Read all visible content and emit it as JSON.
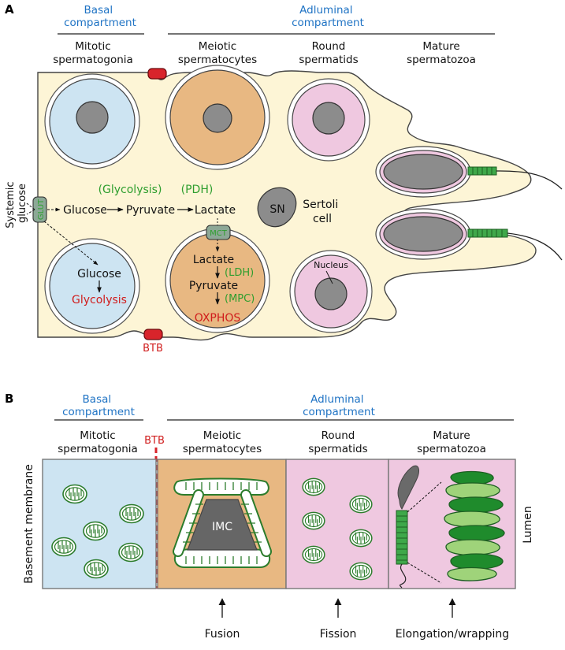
{
  "panelA": {
    "panel_label": "A",
    "basal_header": "Basal\ncompartment",
    "adluminal_header": "Adluminal\ncompartment",
    "col_headers": [
      "Mitotic\nspermatogonia",
      "Meiotic\nspermatocytes",
      "Round\nspermatids",
      "Mature\nspermatozoa"
    ],
    "systemic_glucose": "Systemic\nglucose",
    "glut": "GLUT",
    "mct": "MCT",
    "sn": "SN",
    "sertoli_cell": "Sertoli\ncell",
    "nucleus": "Nucleus",
    "btb": "BTB",
    "pathway_top": {
      "glycolysis_label": "(Glycolysis)",
      "pdh_label": "(PDH)",
      "glucose": "Glucose",
      "pyruvate": "Pyruvate",
      "lactate": "Lactate"
    },
    "spermatogonia_cell": {
      "glucose": "Glucose",
      "glycolysis": "Glycolysis"
    },
    "spermatocyte_cell": {
      "lactate": "Lactate",
      "ldh": "(LDH)",
      "pyruvate": "Pyruvate",
      "mpc": "(MPC)",
      "oxphos": "OXPHOS"
    }
  },
  "panelB": {
    "panel_label": "B",
    "basal_header": "Basal\ncompartment",
    "adluminal_header": "Adluminal\ncompartment",
    "col_headers": [
      "Mitotic\nspermatogonia",
      "Meiotic\nspermatocytes",
      "Round\nspermatids",
      "Mature\nspermatozoa"
    ],
    "btb": "BTB",
    "basement_membrane": "Basement membrane",
    "lumen": "Lumen",
    "imc": "IMC",
    "arrows": [
      "Fusion",
      "Fission",
      "Elongation/wrapping"
    ]
  },
  "colors": {
    "basal_blue": "#cde4f2",
    "meiotic_orange": "#e8b882",
    "spermatid_pink": "#efc8e0",
    "sertoli_cream": "#fdf5d6",
    "nucleus_gray": "#8c8c8c",
    "btb_red": "#d8242b",
    "mito_green": "#2c7c2c",
    "header_blue": "#1f73c4",
    "pathway_green": "#2e9e2e",
    "outcome_red": "#d01c1c"
  }
}
